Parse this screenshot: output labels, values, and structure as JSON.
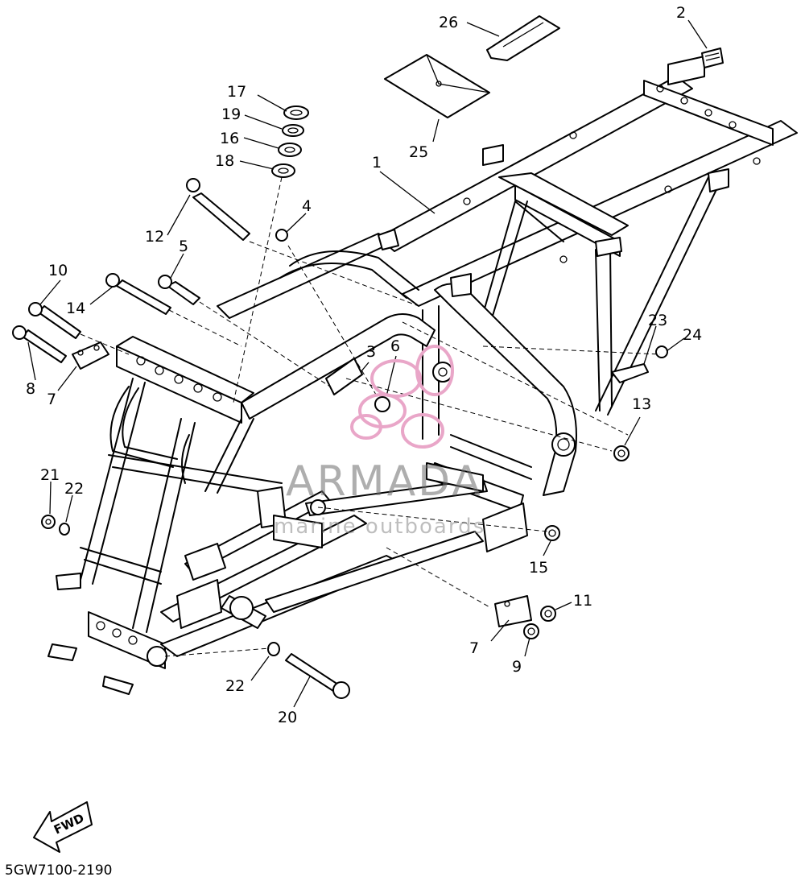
{
  "diagram": {
    "drawing_code": "5GW7100-2190",
    "direction_label": "FWD",
    "watermark": {
      "brand": "ARMADA",
      "tagline": "marine outboards",
      "logo_color": "#e9a6c8"
    },
    "callouts": [
      "1",
      "2",
      "3",
      "4",
      "5",
      "6",
      "7",
      "7",
      "8",
      "9",
      "10",
      "11",
      "12",
      "13",
      "14",
      "15",
      "16",
      "17",
      "18",
      "19",
      "20",
      "21",
      "22",
      "22",
      "23",
      "24",
      "25",
      "26"
    ]
  }
}
